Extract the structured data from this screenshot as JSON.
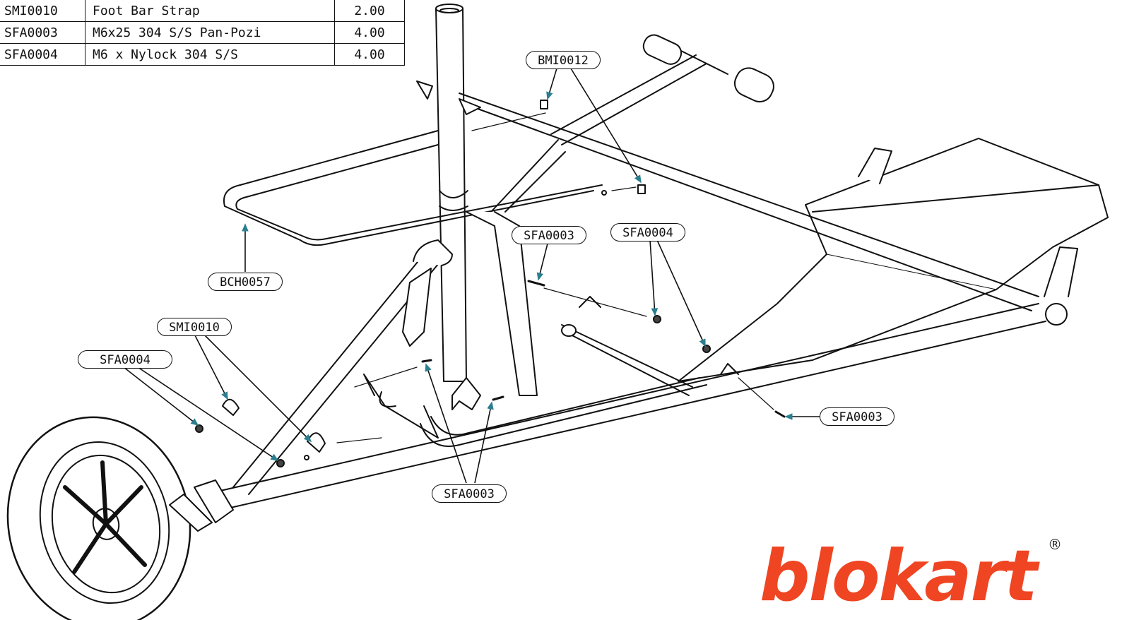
{
  "parts_table": {
    "rows": [
      {
        "code": "SMI0010",
        "description": "Foot Bar Strap",
        "qty": "2.00"
      },
      {
        "code": "SFA0003",
        "description": "M6x25 304 S/S Pan-Pozi",
        "qty": "4.00"
      },
      {
        "code": "SFA0004",
        "description": "M6 x Nylock 304 S/S",
        "qty": "4.00"
      }
    ]
  },
  "callouts": {
    "bmi0012": "BMI0012",
    "bch0057": "BCH0057",
    "sfa0003_mid": "SFA0003",
    "sfa0004_mid": "SFA0004",
    "smi0010": "SMI0010",
    "sfa0004_left": "SFA0004",
    "sfa0003_right": "SFA0003",
    "sfa0003_bottom": "SFA0003"
  },
  "logo": {
    "text": "blokart",
    "registered": "®",
    "color": "#ef4523"
  },
  "colors": {
    "line": "#111111",
    "leader_arrow": "#2a7f8f",
    "sail_fill": "#ffffff"
  }
}
